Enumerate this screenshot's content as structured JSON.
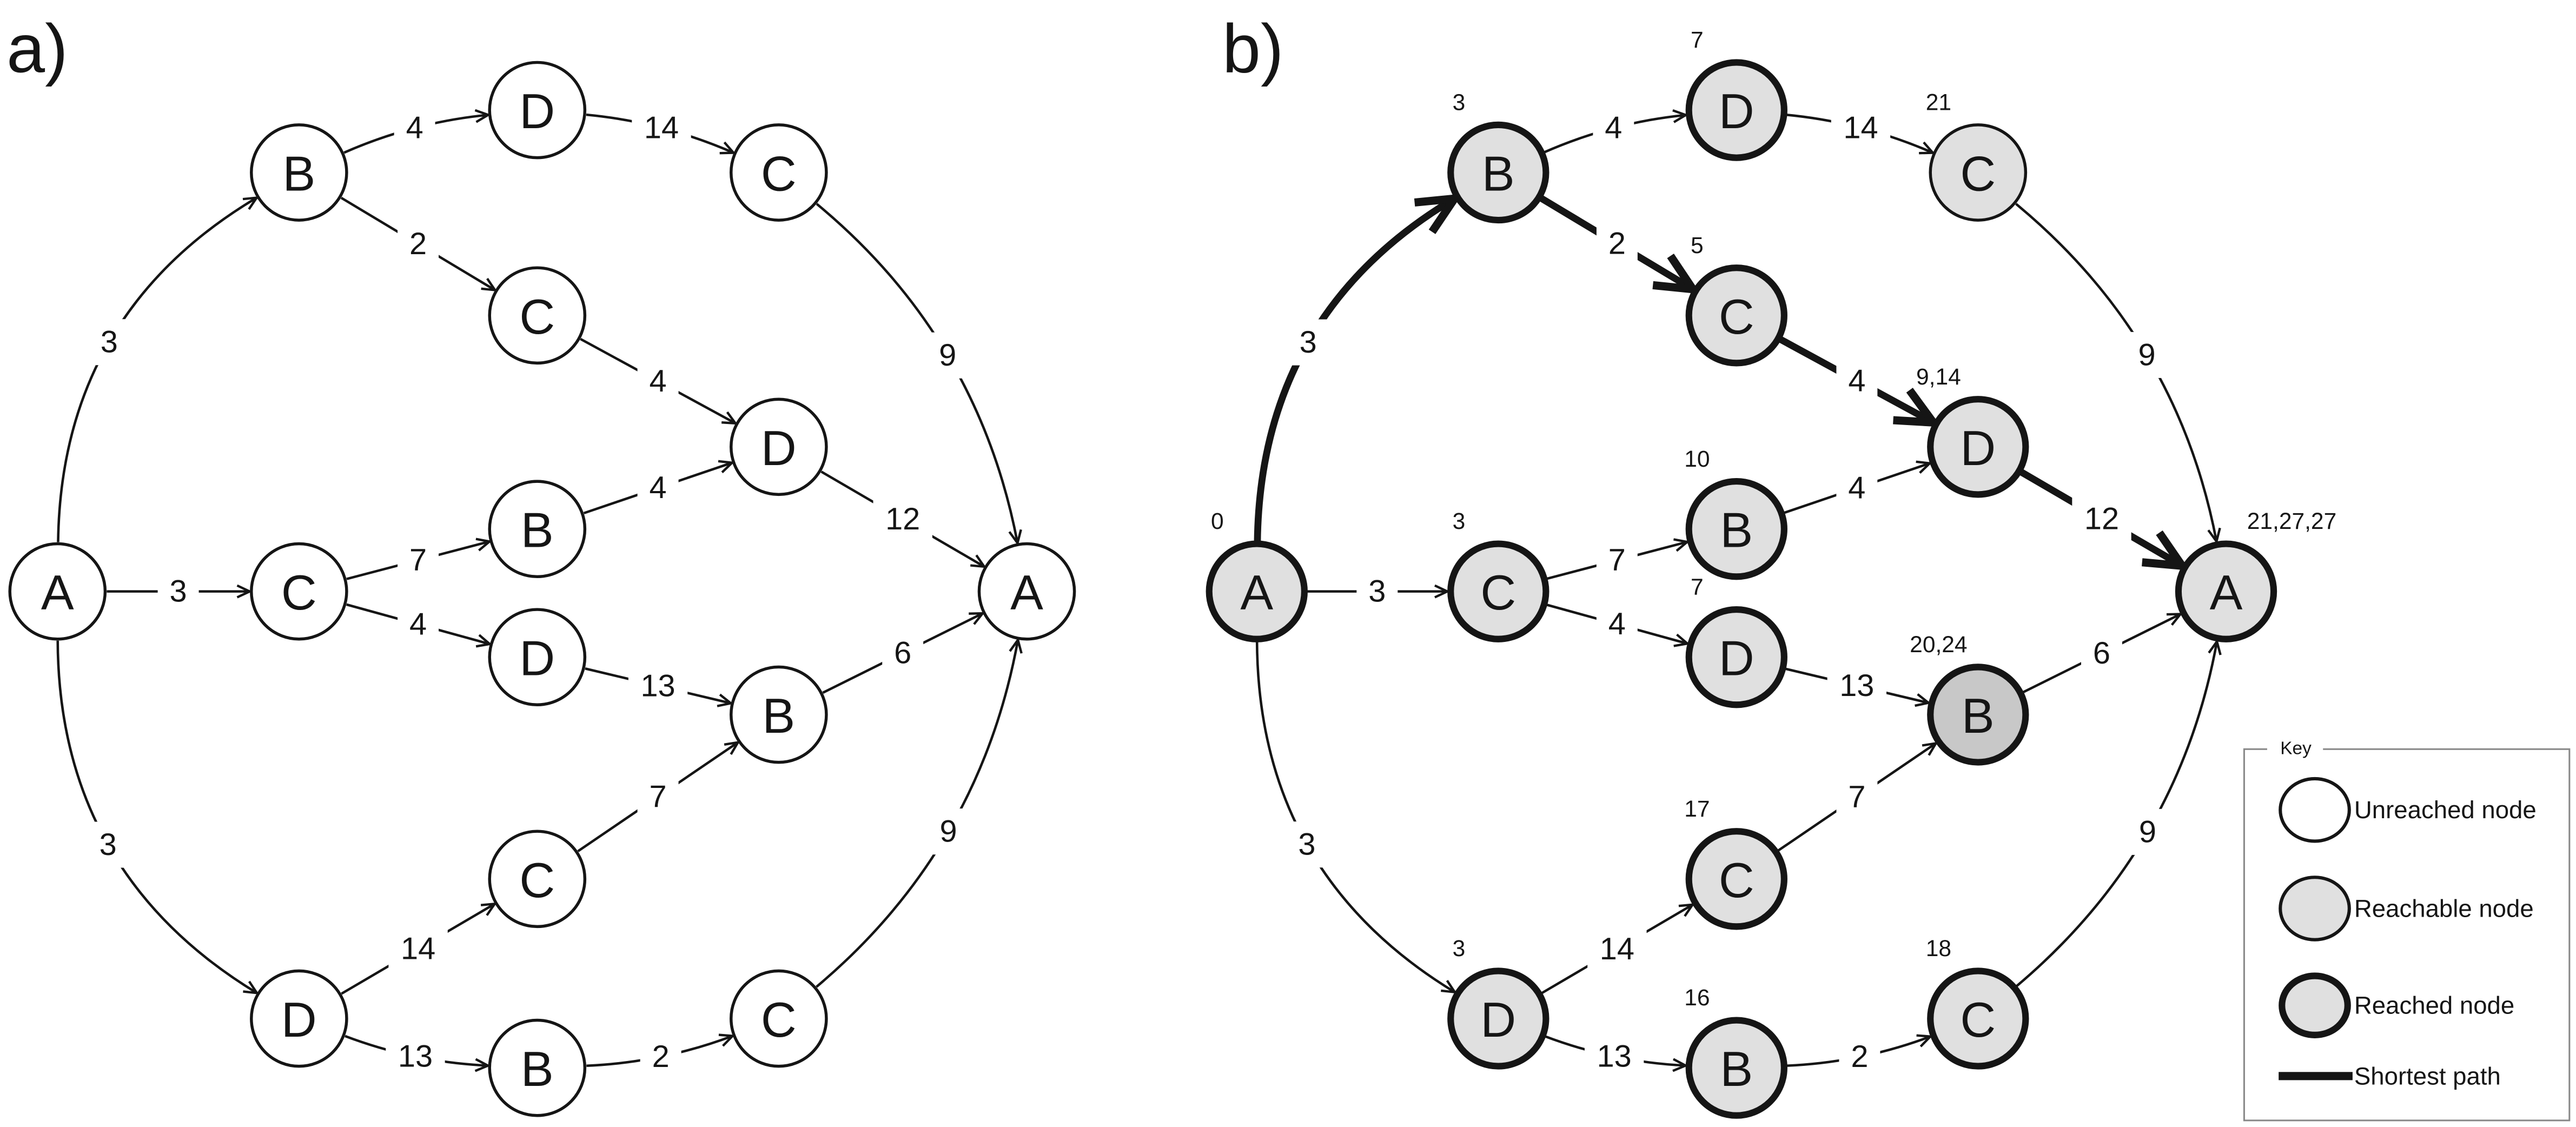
{
  "panels": [
    {
      "id": "a",
      "label": "a)",
      "nodes": [
        {
          "id": "A0",
          "letter": "A",
          "state": "unreached",
          "distance": ""
        },
        {
          "id": "B1",
          "letter": "B",
          "state": "unreached",
          "distance": ""
        },
        {
          "id": "C1",
          "letter": "C",
          "state": "unreached",
          "distance": ""
        },
        {
          "id": "D1",
          "letter": "D",
          "state": "unreached",
          "distance": ""
        },
        {
          "id": "D2a",
          "letter": "D",
          "state": "unreached",
          "distance": ""
        },
        {
          "id": "C2a",
          "letter": "C",
          "state": "unreached",
          "distance": ""
        },
        {
          "id": "B2b",
          "letter": "B",
          "state": "unreached",
          "distance": ""
        },
        {
          "id": "D2b",
          "letter": "D",
          "state": "unreached",
          "distance": ""
        },
        {
          "id": "C2c",
          "letter": "C",
          "state": "unreached",
          "distance": ""
        },
        {
          "id": "B2c",
          "letter": "B",
          "state": "unreached",
          "distance": ""
        },
        {
          "id": "C3",
          "letter": "C",
          "state": "unreached",
          "distance": ""
        },
        {
          "id": "D3",
          "letter": "D",
          "state": "unreached",
          "distance": ""
        },
        {
          "id": "B3",
          "letter": "B",
          "state": "unreached",
          "distance": ""
        },
        {
          "id": "C4",
          "letter": "C",
          "state": "unreached",
          "distance": ""
        },
        {
          "id": "A5",
          "letter": "A",
          "state": "unreached",
          "distance": ""
        }
      ],
      "edges": [
        {
          "from": "A0",
          "to": "B1",
          "weight": "3",
          "shortest": false
        },
        {
          "from": "A0",
          "to": "C1",
          "weight": "3",
          "shortest": false
        },
        {
          "from": "A0",
          "to": "D1",
          "weight": "3",
          "shortest": false
        },
        {
          "from": "B1",
          "to": "D2a",
          "weight": "4",
          "shortest": false
        },
        {
          "from": "B1",
          "to": "C2a",
          "weight": "2",
          "shortest": false
        },
        {
          "from": "C1",
          "to": "B2b",
          "weight": "7",
          "shortest": false
        },
        {
          "from": "C1",
          "to": "D2b",
          "weight": "4",
          "shortest": false
        },
        {
          "from": "D1",
          "to": "C2c",
          "weight": "14",
          "shortest": false
        },
        {
          "from": "D1",
          "to": "B2c",
          "weight": "13",
          "shortest": false
        },
        {
          "from": "D2a",
          "to": "C3",
          "weight": "14",
          "shortest": false
        },
        {
          "from": "C2a",
          "to": "D3",
          "weight": "4",
          "shortest": false
        },
        {
          "from": "B2b",
          "to": "D3",
          "weight": "4",
          "shortest": false
        },
        {
          "from": "D2b",
          "to": "B3",
          "weight": "13",
          "shortest": false
        },
        {
          "from": "C2c",
          "to": "B3",
          "weight": "7",
          "shortest": false
        },
        {
          "from": "B2c",
          "to": "C4",
          "weight": "2",
          "shortest": false
        },
        {
          "from": "C3",
          "to": "A5",
          "weight": "9",
          "shortest": false
        },
        {
          "from": "D3",
          "to": "A5",
          "weight": "12",
          "shortest": false
        },
        {
          "from": "B3",
          "to": "A5",
          "weight": "6",
          "shortest": false
        },
        {
          "from": "C4",
          "to": "A5",
          "weight": "9",
          "shortest": false
        }
      ]
    },
    {
      "id": "b",
      "label": "b)",
      "nodes": [
        {
          "id": "A0",
          "letter": "A",
          "state": "reached",
          "distance": "0"
        },
        {
          "id": "B1",
          "letter": "B",
          "state": "reached",
          "distance": "3"
        },
        {
          "id": "C1",
          "letter": "C",
          "state": "reached",
          "distance": "3"
        },
        {
          "id": "D1",
          "letter": "D",
          "state": "reached",
          "distance": "3"
        },
        {
          "id": "D2a",
          "letter": "D",
          "state": "reached",
          "distance": "7"
        },
        {
          "id": "C2a",
          "letter": "C",
          "state": "reached",
          "distance": "5"
        },
        {
          "id": "B2b",
          "letter": "B",
          "state": "reached",
          "distance": "10"
        },
        {
          "id": "D2b",
          "letter": "D",
          "state": "reached",
          "distance": "7"
        },
        {
          "id": "C2c",
          "letter": "C",
          "state": "reached",
          "distance": "17"
        },
        {
          "id": "B2c",
          "letter": "B",
          "state": "reached",
          "distance": "16"
        },
        {
          "id": "C3",
          "letter": "C",
          "state": "reachable",
          "distance": "21"
        },
        {
          "id": "D3",
          "letter": "D",
          "state": "reached",
          "distance": "9,14"
        },
        {
          "id": "B3",
          "letter": "B",
          "state": "reached-dark",
          "distance": "20,24"
        },
        {
          "id": "C4",
          "letter": "C",
          "state": "reached",
          "distance": "18"
        },
        {
          "id": "A5",
          "letter": "A",
          "state": "reached",
          "distance": "21,27,27"
        }
      ],
      "edges": [
        {
          "from": "A0",
          "to": "B1",
          "weight": "3",
          "shortest": true
        },
        {
          "from": "A0",
          "to": "C1",
          "weight": "3",
          "shortest": false
        },
        {
          "from": "A0",
          "to": "D1",
          "weight": "3",
          "shortest": false
        },
        {
          "from": "B1",
          "to": "D2a",
          "weight": "4",
          "shortest": false
        },
        {
          "from": "B1",
          "to": "C2a",
          "weight": "2",
          "shortest": true
        },
        {
          "from": "C1",
          "to": "B2b",
          "weight": "7",
          "shortest": false
        },
        {
          "from": "C1",
          "to": "D2b",
          "weight": "4",
          "shortest": false
        },
        {
          "from": "D1",
          "to": "C2c",
          "weight": "14",
          "shortest": false
        },
        {
          "from": "D1",
          "to": "B2c",
          "weight": "13",
          "shortest": false
        },
        {
          "from": "D2a",
          "to": "C3",
          "weight": "14",
          "shortest": false
        },
        {
          "from": "C2a",
          "to": "D3",
          "weight": "4",
          "shortest": true
        },
        {
          "from": "B2b",
          "to": "D3",
          "weight": "4",
          "shortest": false
        },
        {
          "from": "D2b",
          "to": "B3",
          "weight": "13",
          "shortest": false
        },
        {
          "from": "C2c",
          "to": "B3",
          "weight": "7",
          "shortest": false
        },
        {
          "from": "B2c",
          "to": "C4",
          "weight": "2",
          "shortest": false
        },
        {
          "from": "C3",
          "to": "A5",
          "weight": "9",
          "shortest": false
        },
        {
          "from": "D3",
          "to": "A5",
          "weight": "12",
          "shortest": true
        },
        {
          "from": "B3",
          "to": "A5",
          "weight": "6",
          "shortest": false
        },
        {
          "from": "C4",
          "to": "A5",
          "weight": "9",
          "shortest": false
        }
      ]
    }
  ],
  "key": {
    "title": "Key",
    "items": [
      {
        "state": "unreached",
        "label": "Unreached node"
      },
      {
        "state": "reachable",
        "label": "Reachable node"
      },
      {
        "state": "reached",
        "label": "Reached node"
      },
      {
        "state": "path",
        "label": "Shortest path"
      }
    ]
  },
  "colors": {
    "stroke": "#151515",
    "unreached_fill": "#ffffff",
    "reachable_fill": "#e0e0e0",
    "reached_fill": "#e0e0e0",
    "reached_dark_fill": "#c8c8c8"
  }
}
